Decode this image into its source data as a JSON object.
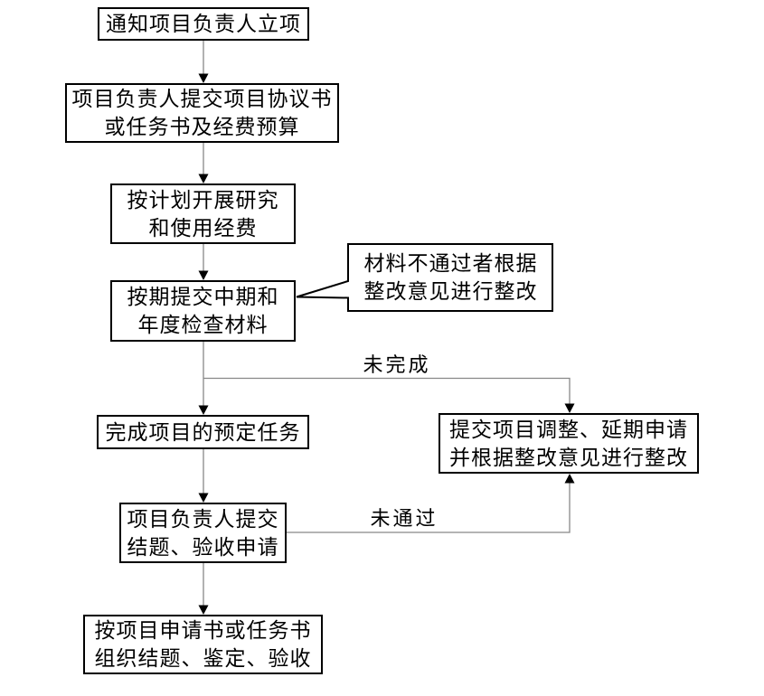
{
  "diagram": {
    "type": "flowchart",
    "background_color": "#ffffff",
    "box_border_color": "#000000",
    "connector_color": "#888888",
    "arrowhead_color": "#000000",
    "text_color": "#000000",
    "nodes": {
      "notify": {
        "lines": [
          "通知项目负责人立项"
        ]
      },
      "agreement": {
        "lines": [
          "项目负责人提交项目协议书",
          "或任务书及经费预算"
        ]
      },
      "research": {
        "lines": [
          "按计划开展研究",
          "和使用经费"
        ]
      },
      "midterm": {
        "lines": [
          "按期提交中期和",
          "年度检查材料"
        ]
      },
      "callout": {
        "lines": [
          "材料不通过者根据",
          "整改意见进行整改"
        ]
      },
      "complete": {
        "lines": [
          "完成项目的预定任务"
        ]
      },
      "adjust": {
        "lines": [
          "提交项目调整、延期申请",
          "并根据整改意见进行整改"
        ]
      },
      "apply": {
        "lines": [
          "项目负责人提交",
          "结题、验收申请"
        ]
      },
      "organize": {
        "lines": [
          "按项目申请书或任务书",
          "组织结题、鉴定、验收"
        ]
      }
    },
    "edge_labels": {
      "not_completed": "未完成",
      "not_passed": "未通过"
    }
  }
}
